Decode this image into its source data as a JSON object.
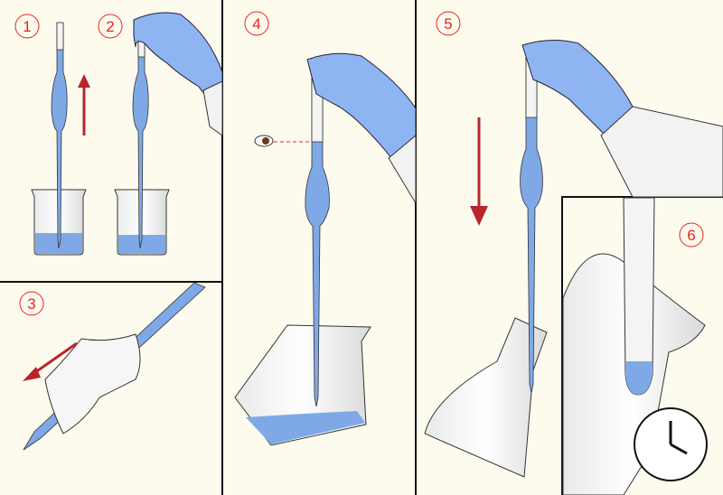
{
  "steps": [
    {
      "label": "1"
    },
    {
      "label": "2"
    },
    {
      "label": "3"
    },
    {
      "label": "4"
    },
    {
      "label": "5"
    },
    {
      "label": "6"
    }
  ],
  "colors": {
    "background": "#fdfbee",
    "liquid": "#7fa9e6",
    "glove": "#8eb5f2",
    "arrow": "#b8252d",
    "step_number": "#e8231e",
    "border": "#111111"
  }
}
